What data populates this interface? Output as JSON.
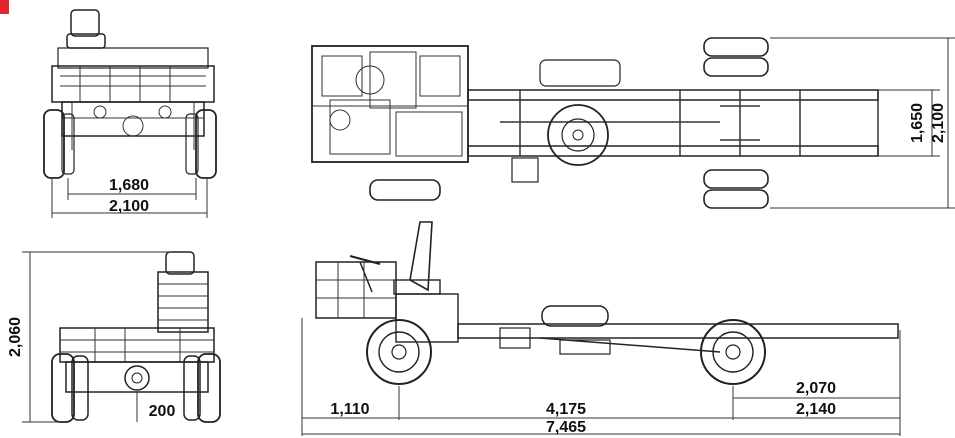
{
  "front_view": {
    "track_inner": "1,680",
    "track_outer": "2,100"
  },
  "rear_view": {
    "height": "2,060",
    "ground_clearance": "200"
  },
  "top_view": {
    "frame_width": "1,650",
    "overall_width": "2,100"
  },
  "side_view": {
    "front_overhang": "1,110",
    "wheelbase": "4,175",
    "rear_overhang_a": "2,070",
    "rear_overhang_b": "2,140",
    "overall_length": "7,465"
  },
  "colors": {
    "accent": "#e3262b",
    "line": "#222222"
  }
}
